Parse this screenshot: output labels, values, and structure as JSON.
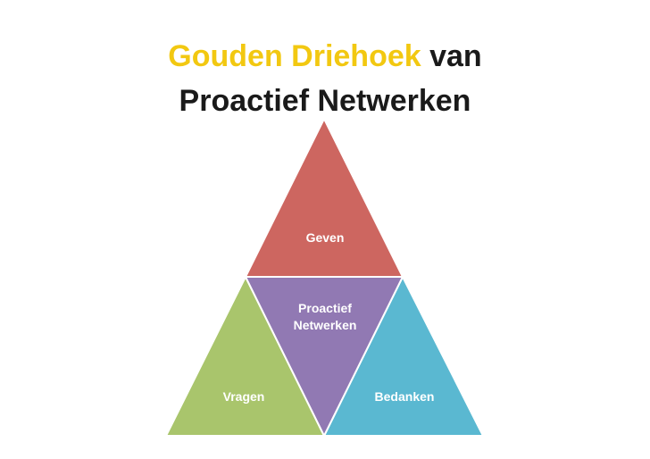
{
  "title": {
    "highlight": "Gouden Driehoek",
    "rest_line1": "van",
    "line2": "Proactief Netwerken"
  },
  "triangles": {
    "top": {
      "label": "Geven",
      "color": "#cd6660"
    },
    "center": {
      "label_line1": "Proactief",
      "label_line2": "Netwerken",
      "color": "#9179b3"
    },
    "left": {
      "label": "Vragen",
      "color": "#a9c56c"
    },
    "right": {
      "label": "Bedanken",
      "color": "#5ab8d1"
    }
  },
  "colors": {
    "title_highlight": "#f2c811",
    "title_text": "#1a1a1a",
    "outline": "#ffffff"
  }
}
